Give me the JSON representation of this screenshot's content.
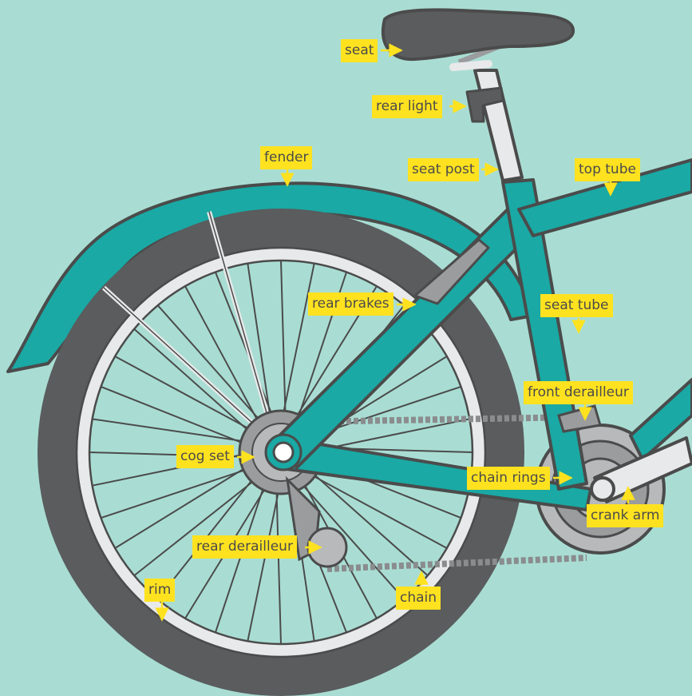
{
  "labels": {
    "seat": "seat",
    "rear_light": "rear light",
    "fender": "fender",
    "seat_post": "seat post",
    "top_tube": "top tube",
    "rear_brakes": "rear brakes",
    "seat_tube": "seat tube",
    "front_derailleur": "front derailleur",
    "cog_set": "cog set",
    "chain_rings": "chain rings",
    "crank_arm": "crank arm",
    "rear_derailleur": "rear derailleur",
    "rim": "rim",
    "chain": "chain"
  },
  "colors": {
    "background": "#a9ddd3",
    "frame": "#1aa9a4",
    "tire": "#5a5c5e",
    "rim": "#e8e9ea",
    "label": "#ffe21f",
    "outline": "#4b4b4b"
  }
}
